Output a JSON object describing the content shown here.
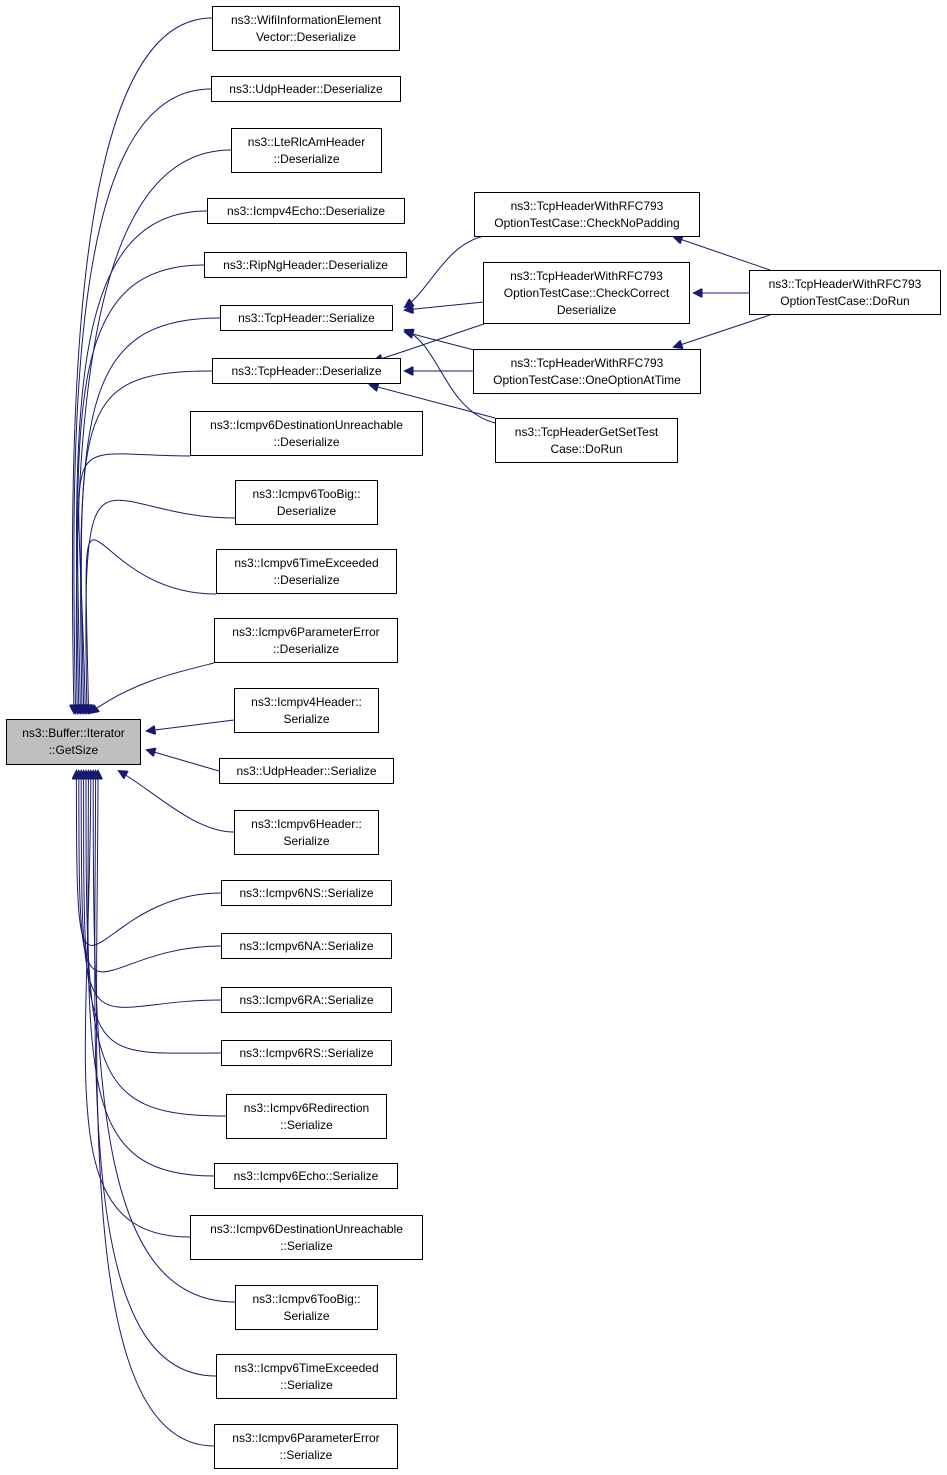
{
  "graph": {
    "edge_color": "#191970",
    "root_fill": "#bfbfbf",
    "root": {
      "line1": "ns3::Buffer::Iterator",
      "line2": "::GetSize"
    },
    "callers": [
      {
        "line1": "ns3::WifiInformationElement",
        "line2": "Vector::Deserialize"
      },
      {
        "line1": "ns3::UdpHeader::Deserialize",
        "line2": ""
      },
      {
        "line1": "ns3::LteRlcAmHeader",
        "line2": "::Deserialize"
      },
      {
        "line1": "ns3::Icmpv4Echo::Deserialize",
        "line2": ""
      },
      {
        "line1": "ns3::RipNgHeader::Deserialize",
        "line2": ""
      },
      {
        "line1": "ns3::TcpHeader::Serialize",
        "line2": ""
      },
      {
        "line1": "ns3::TcpHeader::Deserialize",
        "line2": ""
      },
      {
        "line1": "ns3::Icmpv6DestinationUnreachable",
        "line2": "::Deserialize"
      },
      {
        "line1": "ns3::Icmpv6TooBig::",
        "line2": "Deserialize"
      },
      {
        "line1": "ns3::Icmpv6TimeExceeded",
        "line2": "::Deserialize"
      },
      {
        "line1": "ns3::Icmpv6ParameterError",
        "line2": "::Deserialize"
      },
      {
        "line1": "ns3::Icmpv4Header::",
        "line2": "Serialize"
      },
      {
        "line1": "ns3::UdpHeader::Serialize",
        "line2": ""
      },
      {
        "line1": "ns3::Icmpv6Header::",
        "line2": "Serialize"
      },
      {
        "line1": "ns3::Icmpv6NS::Serialize",
        "line2": ""
      },
      {
        "line1": "ns3::Icmpv6NA::Serialize",
        "line2": ""
      },
      {
        "line1": "ns3::Icmpv6RA::Serialize",
        "line2": ""
      },
      {
        "line1": "ns3::Icmpv6RS::Serialize",
        "line2": ""
      },
      {
        "line1": "ns3::Icmpv6Redirection",
        "line2": "::Serialize"
      },
      {
        "line1": "ns3::Icmpv6Echo::Serialize",
        "line2": ""
      },
      {
        "line1": "ns3::Icmpv6DestinationUnreachable",
        "line2": "::Serialize"
      },
      {
        "line1": "ns3::Icmpv6TooBig::",
        "line2": "Serialize"
      },
      {
        "line1": "ns3::Icmpv6TimeExceeded",
        "line2": "::Serialize"
      },
      {
        "line1": "ns3::Icmpv6ParameterError",
        "line2": "::Serialize"
      }
    ],
    "tests": [
      {
        "line1": "ns3::TcpHeaderWithRFC793",
        "line2": "OptionTestCase::CheckNoPadding",
        "line3": ""
      },
      {
        "line1": "ns3::TcpHeaderWithRFC793",
        "line2": "OptionTestCase::CheckCorrect",
        "line3": "Deserialize"
      },
      {
        "line1": "ns3::TcpHeaderWithRFC793",
        "line2": "OptionTestCase::OneOptionAtTime",
        "line3": ""
      },
      {
        "line1": "ns3::TcpHeaderGetSetTest",
        "line2": "Case::DoRun",
        "line3": ""
      }
    ],
    "dorun": {
      "line1": "ns3::TcpHeaderWithRFC793",
      "line2": "OptionTestCase::DoRun"
    }
  }
}
